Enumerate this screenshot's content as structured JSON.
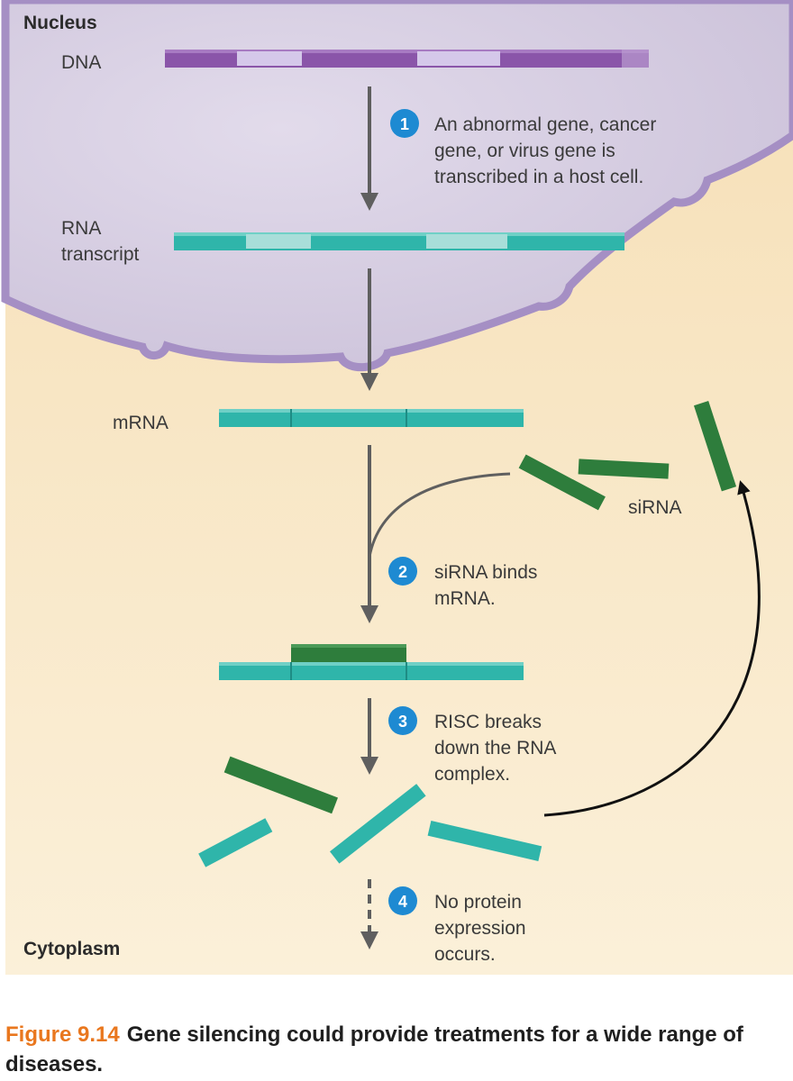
{
  "labels": {
    "nucleus": "Nucleus",
    "cytoplasm": "Cytoplasm",
    "dna": "DNA",
    "rna_transcript": [
      "RNA",
      "transcript"
    ],
    "mrna": "mRNA",
    "sirna": "siRNA"
  },
  "steps": [
    {
      "number": "1",
      "lines": [
        "An abnormal gene, cancer",
        "gene, or virus gene is",
        "transcribed in a host cell."
      ]
    },
    {
      "number": "2",
      "lines": [
        "siRNA binds",
        "mRNA."
      ]
    },
    {
      "number": "3",
      "lines": [
        "RISC breaks",
        "down the RNA",
        "complex."
      ]
    },
    {
      "number": "4",
      "lines": [
        "No protein",
        "expression",
        "occurs."
      ]
    }
  ],
  "caption": {
    "figure_number": "Figure 9.14",
    "text": "Gene silencing could provide treatments for a wide range of diseases."
  },
  "colors": {
    "nucleus_fill": "#d5cce0",
    "nucleus_edge": "#a58fc4",
    "cytoplasm_fill": "#f8e6c4",
    "dna": "#8a55a9",
    "dna_light": "#d5c8ea",
    "rna": "#2fb5aa",
    "rna_light": "#a8ded9",
    "sirna": "#2e7d3c",
    "arrow": "#5f5f5f",
    "step_badge": "#1e8ad2",
    "figure_number": "#e9771e"
  }
}
